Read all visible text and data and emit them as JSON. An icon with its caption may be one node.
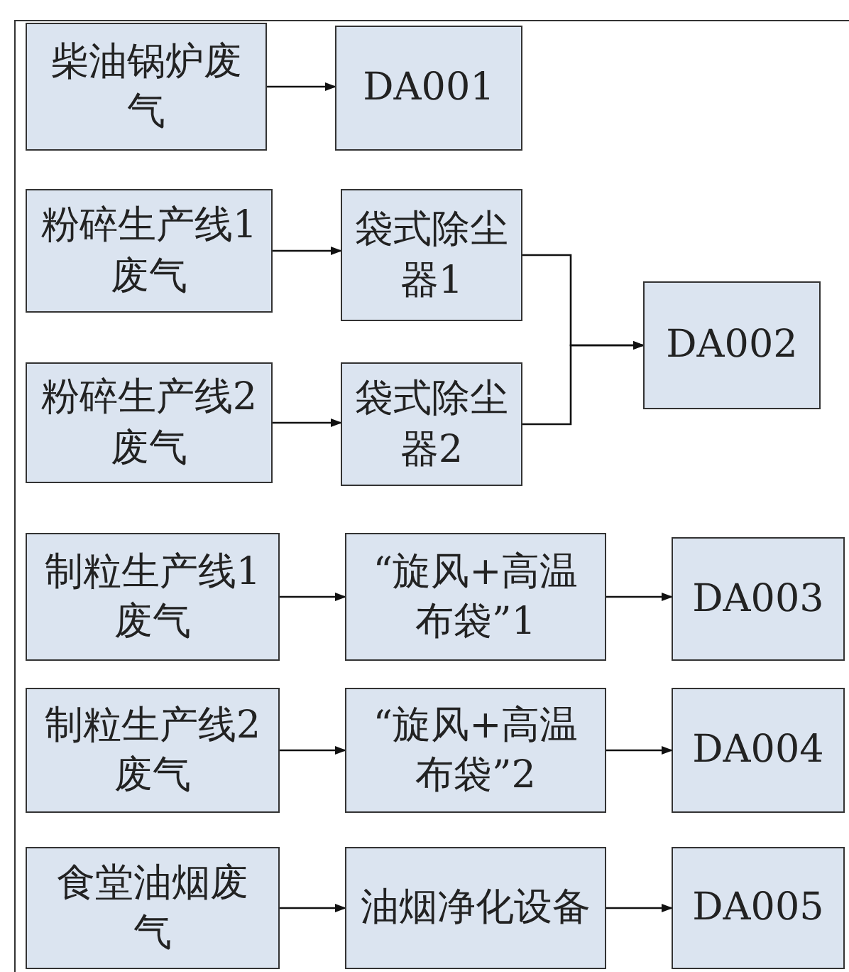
{
  "diagram": {
    "nodes": [
      {
        "text": [
          "柴油锅炉废气"
        ]
      },
      {
        "text": [
          "DA001"
        ]
      },
      {
        "text": [
          "粉碎生产线1废气"
        ]
      },
      {
        "text": [
          "袋式除尘器1"
        ]
      },
      {
        "text": [
          "DA002"
        ]
      },
      {
        "text": [
          "粉碎生产线2废气"
        ]
      },
      {
        "text": [
          "袋式除尘器2"
        ]
      },
      {
        "text": [
          "制粒生产线1废气"
        ]
      },
      {
        "text": [
          "“旋风+高温布袋”1"
        ]
      },
      {
        "text": [
          "DA003"
        ]
      },
      {
        "text": [
          "制粒生产线2废气"
        ]
      },
      {
        "text": [
          "“旋风+高温布袋”2"
        ]
      },
      {
        "text": [
          "DA004"
        ]
      },
      {
        "text": [
          "食堂油烟废气"
        ]
      },
      {
        "text": [
          "油烟净化设备"
        ]
      },
      {
        "text": [
          "DA005"
        ]
      }
    ],
    "edges": [
      {
        "from": 0,
        "to": 1,
        "arrow": "to"
      },
      {
        "from": 2,
        "to": 3,
        "arrow": "to"
      },
      {
        "from": 3,
        "to": 4,
        "arrow": "to"
      },
      {
        "from": 5,
        "to": 6,
        "arrow": "to"
      },
      {
        "from": 6,
        "to": 4,
        "arrow": "to"
      },
      {
        "from": 7,
        "to": 8,
        "arrow": "to"
      },
      {
        "from": 8,
        "to": 9,
        "arrow": "to"
      },
      {
        "from": 10,
        "to": 11,
        "arrow": "to"
      },
      {
        "from": 11,
        "to": 12,
        "arrow": "to"
      },
      {
        "from": 13,
        "to": 14,
        "arrow": "to"
      },
      {
        "from": 14,
        "to": 15,
        "arrow": "to"
      }
    ]
  }
}
